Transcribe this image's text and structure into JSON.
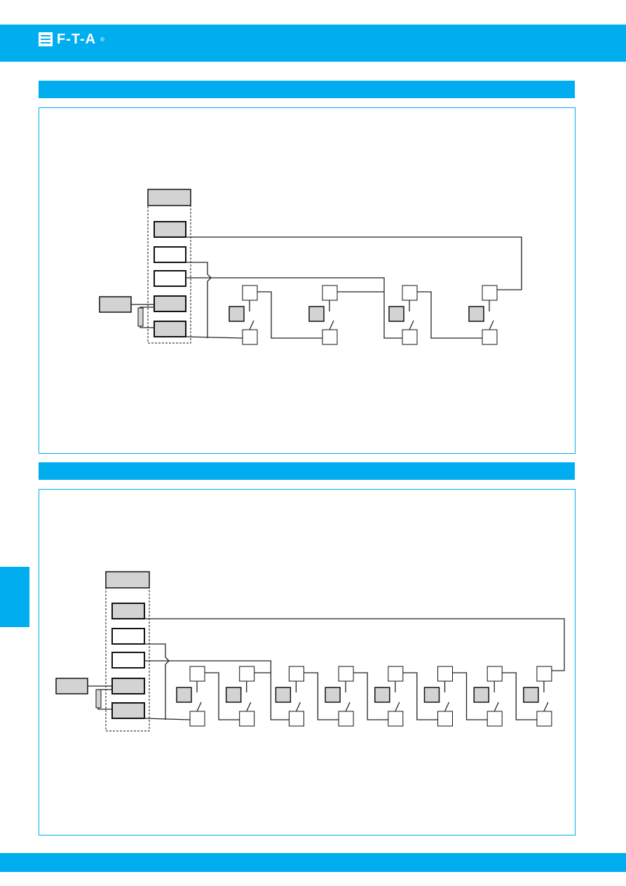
{
  "header": {
    "logo_text": "F-T-A",
    "logo_reg": "®"
  },
  "colors": {
    "brand": "#00aeef",
    "box_fill": "#d3d3d3",
    "line": "#222222"
  },
  "diagrams": [
    {
      "name": "diagram-4-stations",
      "stations": 4
    },
    {
      "name": "diagram-8-stations",
      "stations": 8
    }
  ]
}
